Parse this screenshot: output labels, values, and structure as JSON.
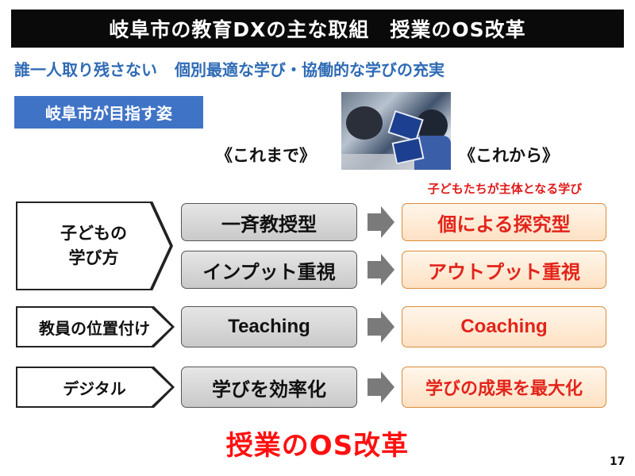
{
  "title": "岐阜市の教育DXの主な取組　授業のOS改革",
  "subtitle": {
    "part1": "誰一人取り残さない",
    "part2": "個別最適な学び・協働的な学びの充実"
  },
  "goal_label": "岐阜市が目指す姿",
  "photo": {
    "alt": "classroom-photo"
  },
  "periods": {
    "before": "《これまで》",
    "after": "《これから》"
  },
  "after_caption": "子どもたちが主体となる学び",
  "rows": [
    {
      "category": "子どもの\n学び方",
      "items": [
        {
          "before": "一斉教授型",
          "after": "個による探究型"
        },
        {
          "before": "インプット重視",
          "after": "アウトプット重視"
        }
      ]
    },
    {
      "category": "教員の位置付け",
      "items": [
        {
          "before": "Teaching",
          "after": "Coaching"
        }
      ]
    },
    {
      "category": "デジタル",
      "items": [
        {
          "before": "学びを効率化",
          "after": "学びの成果を最大化"
        }
      ]
    }
  ],
  "footer_title": "授業のOS改革",
  "page_number": "17",
  "colors": {
    "title_bg": "#0a0a0a",
    "subtitle": "#2f6bb5",
    "goal_bg": "#3f73c6",
    "accent_red": "#e3241a",
    "result_border": "#d98c3a"
  },
  "icons": {
    "arrow": "right-arrow-icon"
  }
}
